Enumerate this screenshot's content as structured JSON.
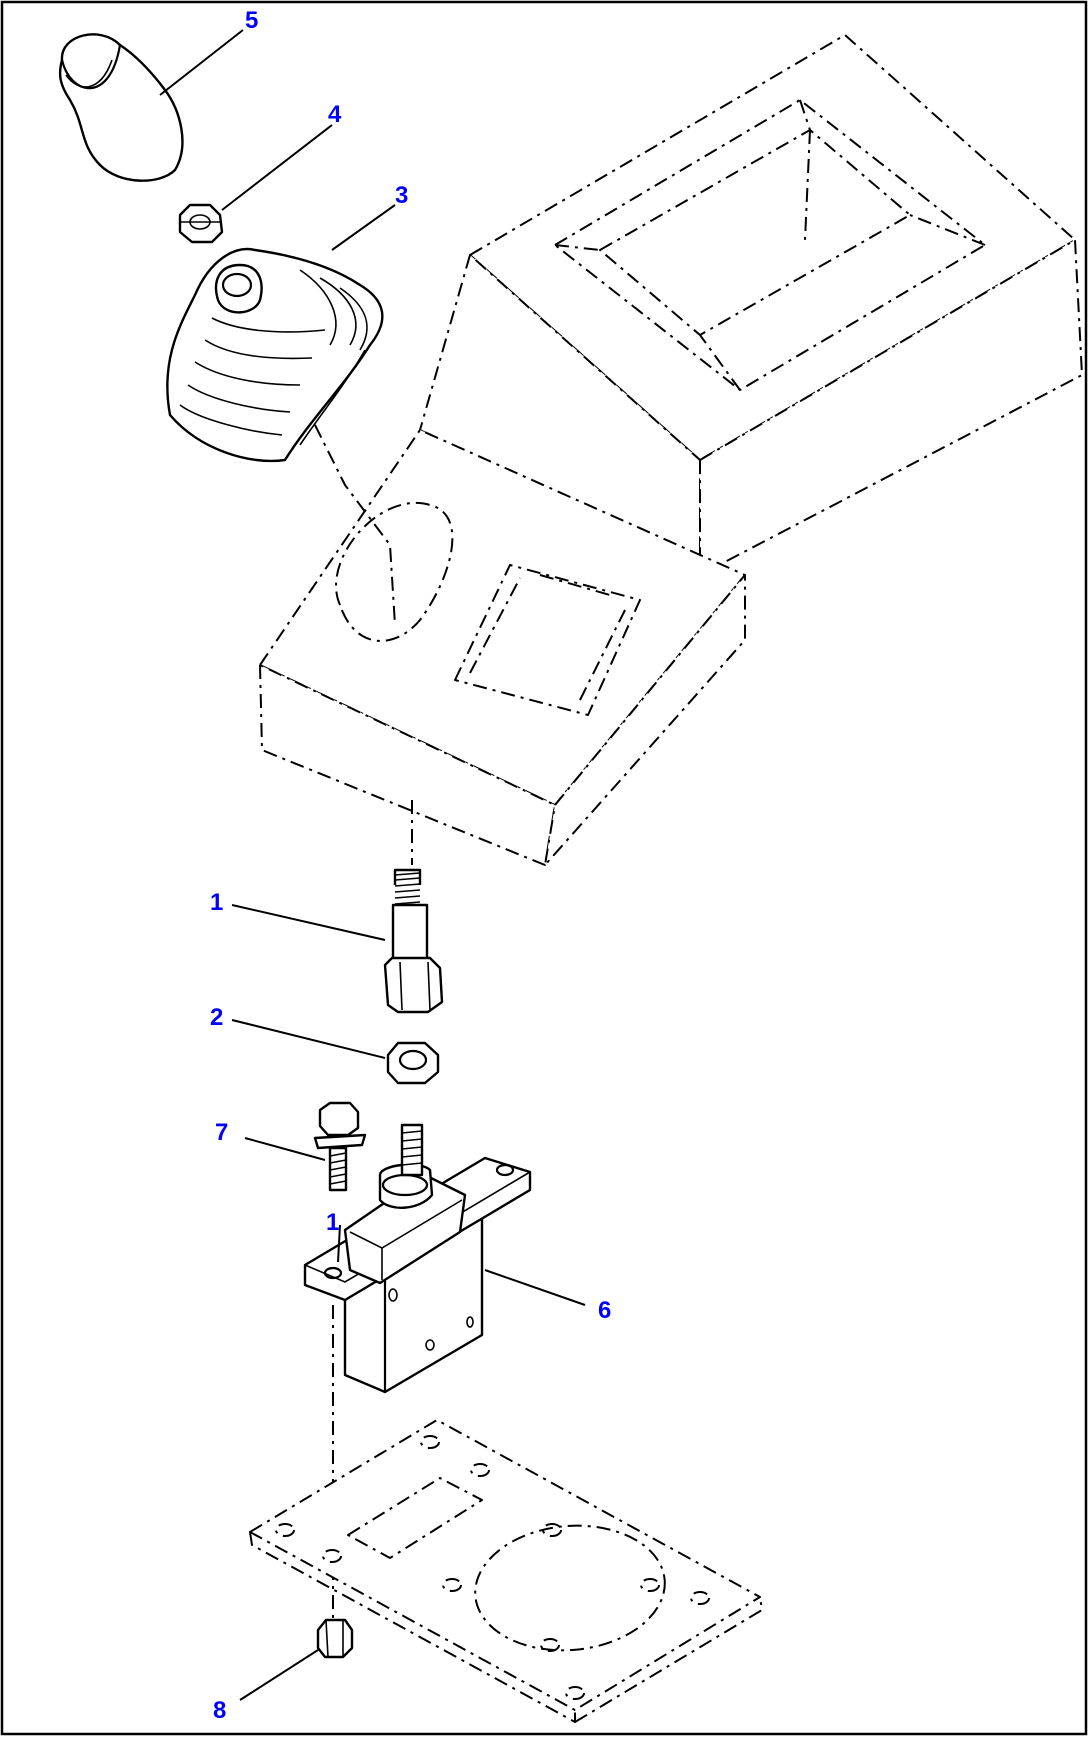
{
  "callouts": [
    {
      "id": "5",
      "text": "5",
      "color": "#0000ff"
    },
    {
      "id": "4",
      "text": "4",
      "color": "#0000ff"
    },
    {
      "id": "3",
      "text": "3",
      "color": "#0000ff"
    },
    {
      "id": "1",
      "text": "1",
      "color": "#0000ff"
    },
    {
      "id": "2",
      "text": "2",
      "color": "#0000ff"
    },
    {
      "id": "7",
      "text": "7",
      "color": "#0000ff"
    },
    {
      "id": "1b",
      "text": "1",
      "color": "#0000ff"
    },
    {
      "id": "6",
      "text": "6",
      "color": "#0000ff"
    },
    {
      "id": "8",
      "text": "8",
      "color": "#0000ff"
    }
  ],
  "colors": {
    "line": "#000000",
    "callout": "#0000ff",
    "background": "#ffffff",
    "frame": "#000000"
  }
}
